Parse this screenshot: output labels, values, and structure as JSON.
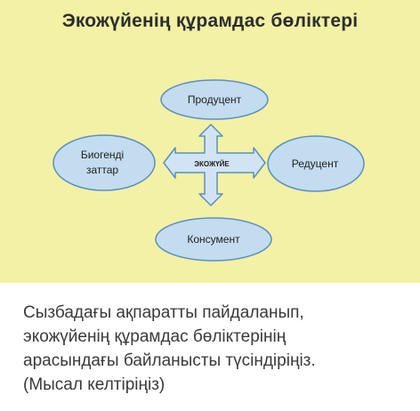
{
  "diagram": {
    "title": "Экожүйенің құрамдас бөліктері",
    "center": "ЭКОЖҮЙЕ",
    "nodes": {
      "top": "Продуцент",
      "left_line1": "Биогенді",
      "left_line2": "заттар",
      "right": "Редуцент",
      "bottom": "Консумент"
    },
    "colors": {
      "panel": "#f3f1a5",
      "ellipse_fill": "#c3dcf0",
      "ellipse_stroke": "#5b8fc0",
      "arrow_fill": "#d2e4f4",
      "arrow_stroke": "#5b8fc0"
    }
  },
  "question": {
    "line1": "Сызбадағы ақпаратты пайдаланып,",
    "line2": "экожүйенің құрамдас бөліктерінің",
    "line3": "арасындағы байланысты түсіндіріңіз.",
    "line4": "(Мысал келтіріңіз)"
  }
}
